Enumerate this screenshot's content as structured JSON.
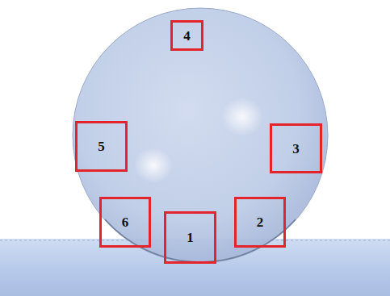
{
  "diagram": {
    "nodes": [
      {
        "text": [
          "4"
        ]
      },
      {
        "text": [
          "5"
        ]
      },
      {
        "text": [
          "3"
        ]
      },
      {
        "text": [
          "6"
        ]
      },
      {
        "text": [
          "1"
        ]
      },
      {
        "text": [
          "2"
        ]
      }
    ]
  }
}
